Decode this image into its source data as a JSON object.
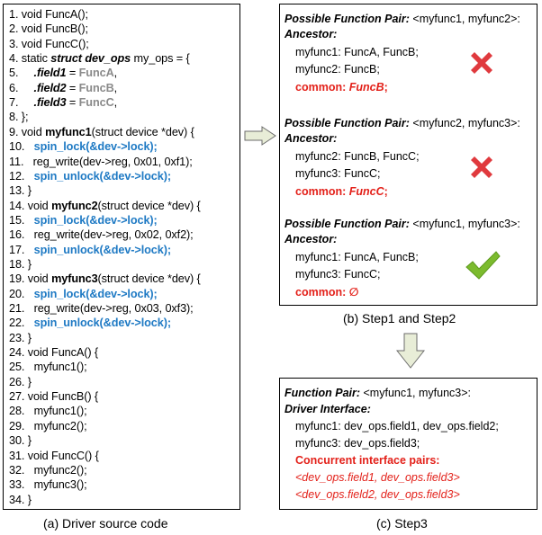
{
  "code": {
    "lines": [
      {
        "pre": "1. void FuncA();"
      },
      {
        "pre": "2. void FuncB();"
      },
      {
        "pre": "3. void FuncC();"
      },
      {
        "pre": "4. static ",
        "bi": "struct dev_ops",
        "post": " my_ops = {"
      },
      {
        "pre": "5.     ",
        "bi": ".field1",
        "post": " = ",
        "gray": "FuncA",
        "post2": ","
      },
      {
        "pre": "6.     ",
        "bi": ".field2",
        "post": " = ",
        "gray": "FuncB",
        "post2": ","
      },
      {
        "pre": "7.     ",
        "bi": ".field3",
        "post": " = ",
        "gray": "FuncC",
        "post2": ","
      },
      {
        "pre": "8. };"
      },
      {
        "pre": "9. void ",
        "b": "myfunc1",
        "post": "(struct device *dev) {"
      },
      {
        "pre": "10.   ",
        "hl": "spin_lock(&dev->lock);"
      },
      {
        "pre": "11.   reg_write(dev->reg, 0x01, 0xf1);"
      },
      {
        "pre": "12.   ",
        "hl": "spin_unlock(&dev->lock);"
      },
      {
        "pre": "13. }"
      },
      {
        "pre": "14. void ",
        "b": "myfunc2",
        "post": "(struct device *dev) {"
      },
      {
        "pre": "15.   ",
        "hl": "spin_lock(&dev->lock);"
      },
      {
        "pre": "16.   reg_write(dev->reg, 0x02, 0xf2);"
      },
      {
        "pre": "17.   ",
        "hl": "spin_unlock(&dev->lock);"
      },
      {
        "pre": "18. }"
      },
      {
        "pre": "19. void ",
        "b": "myfunc3",
        "post": "(struct device *dev) {"
      },
      {
        "pre": "20.   ",
        "hl": "spin_lock(&dev->lock);"
      },
      {
        "pre": "21.   reg_write(dev->reg, 0x03, 0xf3);"
      },
      {
        "pre": "22.   ",
        "hl": "spin_unlock(&dev->lock);"
      },
      {
        "pre": "23. }"
      },
      {
        "pre": "24. void FuncA() {"
      },
      {
        "pre": "25.   myfunc1();"
      },
      {
        "pre": "26. }"
      },
      {
        "pre": "27. void FuncB() {"
      },
      {
        "pre": "28.   myfunc1();"
      },
      {
        "pre": "29.   myfunc2();"
      },
      {
        "pre": "30. }"
      },
      {
        "pre": "31. void FuncC() {"
      },
      {
        "pre": "32.   myfunc2();"
      },
      {
        "pre": "33.   myfunc3();"
      },
      {
        "pre": "34. }"
      }
    ]
  },
  "captions": {
    "code": "(a) Driver source code",
    "step12": "(b) Step1 and Step2",
    "step3": "(c) Step3"
  },
  "step12": {
    "pairs": [
      {
        "heading": "Possible Function Pair:",
        "pair": " <myfunc1, myfunc2>:",
        "ancestor_label": "Ancestor:",
        "line1": "myfunc1: FuncA, FuncB;",
        "line2": "myfunc2: FuncB;",
        "common_label": "common: ",
        "common_value": "FuncB",
        "common_end": ";",
        "result": "cross-icon"
      },
      {
        "heading": "Possible Function Pair:",
        "pair": " <myfunc2, myfunc3>:",
        "ancestor_label": "Ancestor:",
        "line1": "myfunc2: FuncB, FuncC;",
        "line2": "myfunc3: FuncC;",
        "common_label": "common: ",
        "common_value": "FuncC",
        "common_end": ";",
        "result": "cross-icon"
      },
      {
        "heading": "Possible Function Pair:",
        "pair": " <myfunc1, myfunc3>:",
        "ancestor_label": "Ancestor:",
        "line1": "myfunc1: FuncA, FuncB;",
        "line2": "myfunc3: FuncC;",
        "common_label": "common: ",
        "common_value": "∅",
        "common_end": "",
        "result": "check-icon"
      }
    ]
  },
  "step3": {
    "heading": "Function Pair:",
    "pair": " <myfunc1, myfunc3>:",
    "interface_label": "Driver Interface:",
    "line1": "myfunc1: dev_ops.field1, dev_ops.field2;",
    "line2": "myfunc3: dev_ops.field3;",
    "concurrent_label": "Concurrent interface pairs:",
    "pair1": "<dev_ops.field1, dev_ops.field3>",
    "pair2": "<dev_ops.field2, dev_ops.field3>"
  },
  "colors": {
    "highlight_blue": "#1f7ac4",
    "red": "#e3211a",
    "gray_text": "#8a8a8a",
    "check_green": "#7cbb2e",
    "arrow_fill": "#e8edd7"
  }
}
